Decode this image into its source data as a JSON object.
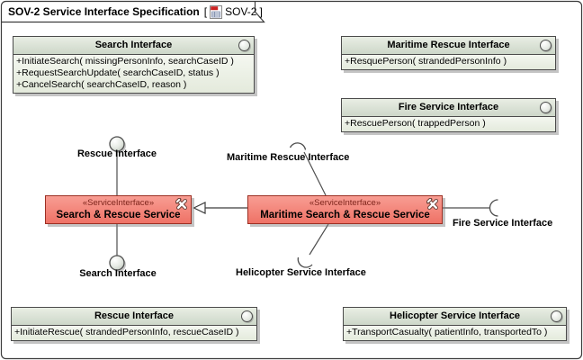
{
  "frame": {
    "title": "SOV-2 Service Interface Specification",
    "bracket_open": "[",
    "diagram_ref": "SOV-2",
    "bracket_close": "]"
  },
  "interfaces": [
    {
      "title": "Search Interface",
      "operations": [
        "+InitiateSearch( missingPersonInfo, searchCaseID )",
        "+RequestSearchUpdate( searchCaseID, status )",
        "+CancelSearch( searchCaseID, reason )"
      ]
    },
    {
      "title": "Maritime Rescue Interface",
      "operations": [
        "+ResquePerson( strandedPersonInfo )"
      ]
    },
    {
      "title": "Fire Service Interface",
      "operations": [
        "+RescuePerson( trappedPerson )"
      ]
    },
    {
      "title": "Rescue Interface",
      "operations": [
        "+InitiateRescue( strandedPersonInfo, rescueCaseID )"
      ]
    },
    {
      "title": "Helicopter Service Interface",
      "operations": [
        "+TransportCasualty( patientInfo, transportedTo )"
      ]
    }
  ],
  "services": [
    {
      "stereotype": "«ServiceInterface»",
      "name": "Search & Rescue Service"
    },
    {
      "stereotype": "«ServiceInterface»",
      "name": "Maritime Search & Rescue Service"
    }
  ],
  "port_labels": {
    "rescue": "Rescue Interface",
    "search": "Search Interface",
    "maritime_rescue": "Maritime Rescue Interface",
    "helicopter": "Helicopter Service Interface",
    "fire": "Fire Service Interface"
  },
  "icons": {
    "diagram_kind": "sov-diagram-icon",
    "interface_ball": "ball-icon",
    "required_socket": "socket-icon",
    "service_tools": "tools-icon"
  },
  "colors": {
    "service_fill_top": "#f89d93",
    "service_fill_bottom": "#ef7266",
    "service_border": "#9c2f23",
    "stereotype_text": "#7d241b",
    "interface_header_fill": "#d7e0d3",
    "interface_body_fill": "#eff3ea",
    "frame_border": "#3c3c3c",
    "connector": "#4d4d4d",
    "diagram_icon_red": "#cc2222"
  }
}
